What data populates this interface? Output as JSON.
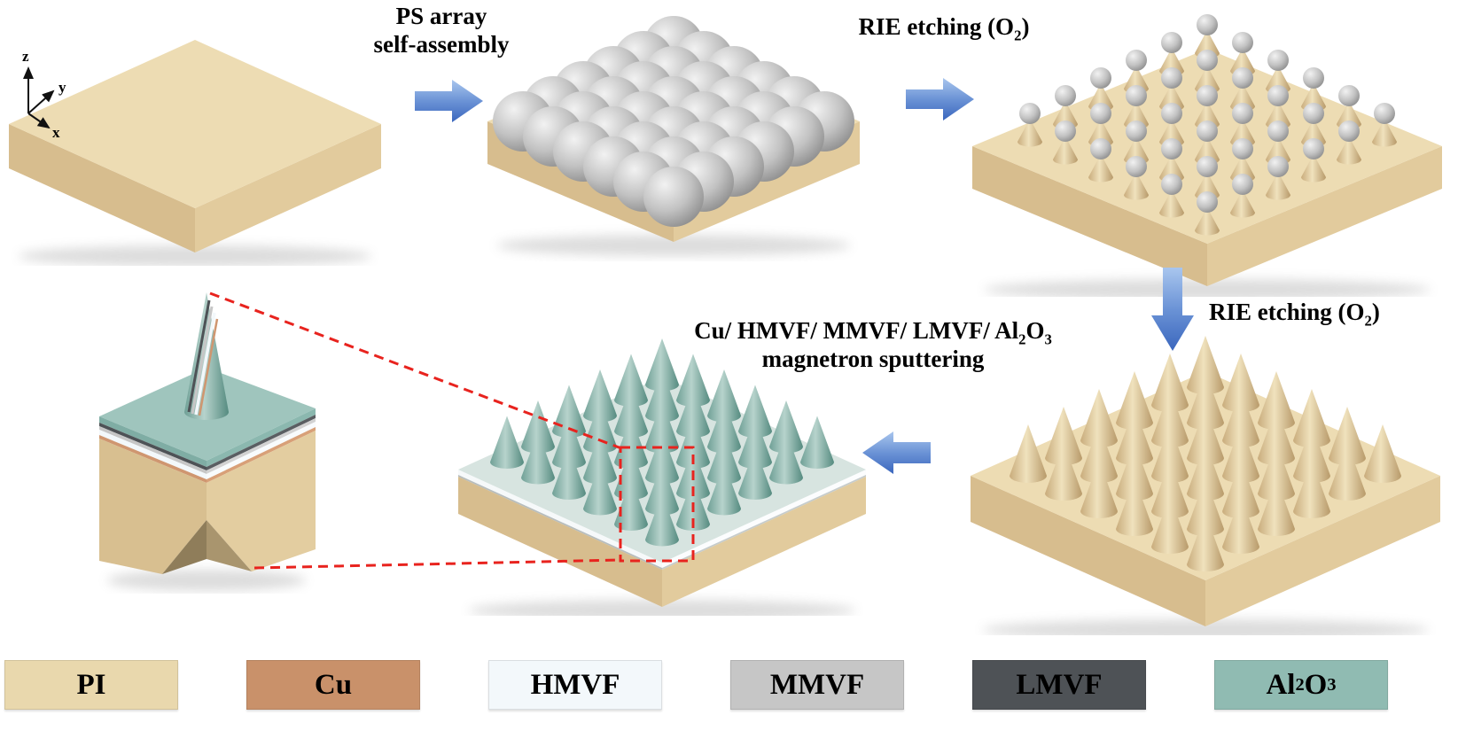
{
  "diagram": {
    "description": "Nanocone array fabrication process schematic",
    "axis": {
      "z": "z",
      "y": "y",
      "x": "x"
    },
    "steps": {
      "ps_assembly": {
        "line1": "PS array",
        "line2": "self-assembly"
      },
      "rie_etch_1": {
        "pre": "RIE etching (O",
        "sub": "2",
        "post": ")"
      },
      "rie_etch_2": {
        "pre": "RIE etching (O",
        "sub": "2",
        "post": ")"
      },
      "sputtering": {
        "line1_pre": "Cu/ HMVF/ MMVF/ LMVF/ Al",
        "line1_sub1": "2",
        "line1_o": "O",
        "line1_sub2": "3",
        "line2": "magnetron sputtering"
      }
    },
    "legend": {
      "items": [
        {
          "label": "PI",
          "color": "#e9d8ad"
        },
        {
          "label": "Cu",
          "color": "#c9916a"
        },
        {
          "label": "HMVF",
          "color": "#f3f8fb"
        },
        {
          "label": "MMVF",
          "color": "#c6c6c6"
        },
        {
          "label": "LMVF",
          "color": "#4e5256"
        },
        {
          "label_pre": "Al",
          "label_sub1": "2",
          "label_o": "O",
          "label_sub2": "3",
          "color": "#90bbb2"
        }
      ]
    },
    "colors": {
      "substrate_pi": "#e9d8ad",
      "ps_sphere": "#bdbdbd",
      "arrow_blue": "#4f79c6",
      "zoom_outline_red": "#e8231e",
      "coating_al2o3": "#90bbb2",
      "coating_cu": "#c9916a",
      "coating_hmvf": "#f3f8fb",
      "coating_mmvf": "#c6c6c6",
      "coating_lmvf": "#4e5256"
    },
    "icons": {
      "arrow-right-icon": "block arrow right",
      "arrow-down-icon": "block arrow down",
      "arrow-left-icon": "block arrow left",
      "axis-triad-icon": "xyz coordinate triad"
    }
  }
}
